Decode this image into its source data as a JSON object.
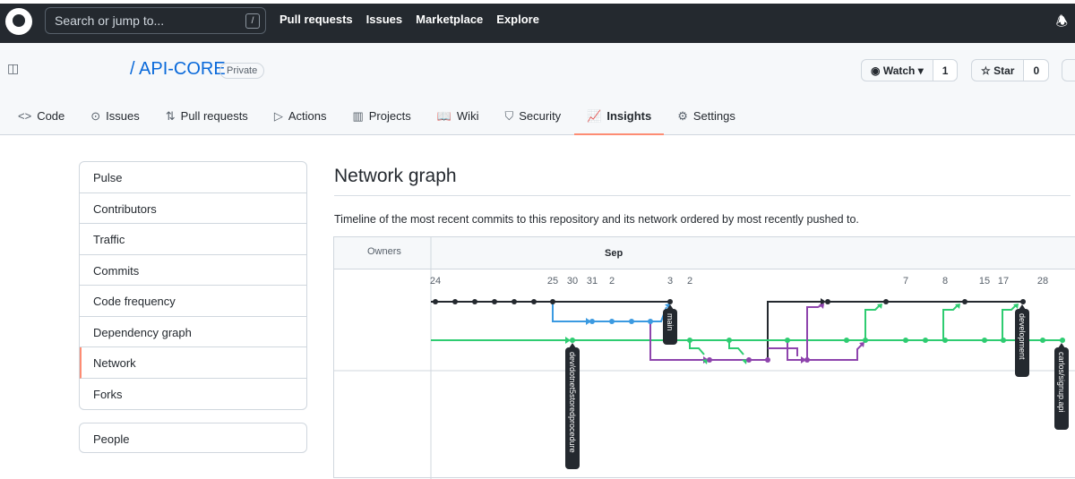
{
  "topbar": {
    "search_placeholder": "Search or jump to...",
    "slash": "/",
    "nav": [
      "Pull requests",
      "Issues",
      "Marketplace",
      "Explore"
    ]
  },
  "repo": {
    "name": "/ API-CORE",
    "visibility": "Private",
    "watch_label": "Watch",
    "watch_count": "1",
    "star_label": "Star",
    "star_count": "0"
  },
  "tabs": [
    "Code",
    "Issues",
    "Pull requests",
    "Actions",
    "Projects",
    "Wiki",
    "Security",
    "Insights",
    "Settings"
  ],
  "sidebar": {
    "items": [
      "Pulse",
      "Contributors",
      "Traffic",
      "Commits",
      "Code frequency",
      "Dependency graph",
      "Network",
      "Forks"
    ],
    "selected": "Network",
    "people": "People"
  },
  "main": {
    "title": "Network graph",
    "description": "Timeline of the most recent commits to this repository and its network ordered by most recently pushed to."
  },
  "graph": {
    "owners_label": "Owners",
    "month": "Sep",
    "dates": [
      "24",
      "25",
      "30",
      "31",
      "2",
      "3",
      "2",
      "7",
      "8",
      "15",
      "17",
      "28"
    ],
    "branches": [
      "main",
      "development",
      "carlos/signup.api",
      "dev/dotnet5storedprocedure"
    ],
    "colors": {
      "black": "#24292f",
      "blue": "#3b9ae1",
      "green": "#2ecc71",
      "purple": "#8e44ad"
    }
  }
}
